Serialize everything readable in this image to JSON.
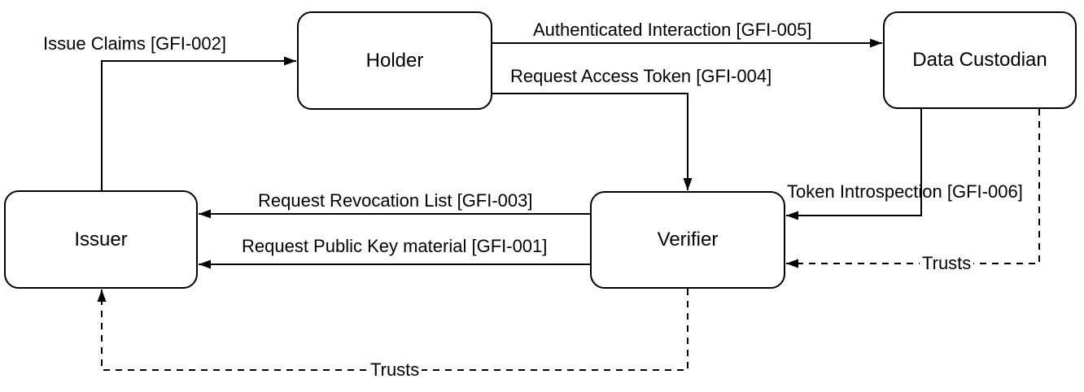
{
  "diagram": {
    "colors": {
      "background": "#ffffff",
      "line": "#000000",
      "text": "#000000"
    },
    "nodes": {
      "issuer": {
        "label": "Issuer"
      },
      "holder": {
        "label": "Holder"
      },
      "verifier": {
        "label": "Verifier"
      },
      "data_custodian": {
        "label": "Data Custodian"
      }
    },
    "edges": {
      "gfi_002": {
        "label": "Issue Claims [GFI-002]",
        "from": "Issuer",
        "to": "Holder",
        "line_style": "solid"
      },
      "gfi_005": {
        "label": "Authenticated Interaction [GFI-005]",
        "from": "Holder",
        "to": "Data Custodian",
        "line_style": "solid"
      },
      "gfi_004": {
        "label": "Request Access Token [GFI-004]",
        "from": "Holder",
        "to": "Verifier",
        "line_style": "solid"
      },
      "gfi_006": {
        "label": "Token Introspection [GFI-006]",
        "from": "Data Custodian",
        "to": "Verifier",
        "line_style": "solid"
      },
      "gfi_003": {
        "label": "Request Revocation List [GFI-003]",
        "from": "Verifier",
        "to": "Issuer",
        "line_style": "solid"
      },
      "gfi_001": {
        "label": "Request Public Key material [GFI-001]",
        "from": "Verifier",
        "to": "Issuer",
        "line_style": "solid"
      },
      "trusts_custodian_verifier": {
        "label": "Trusts",
        "from": "Data Custodian",
        "to": "Verifier",
        "line_style": "dashed"
      },
      "trusts_verifier_issuer": {
        "label": "Trusts",
        "from": "Verifier",
        "to": "Issuer",
        "line_style": "dashed"
      }
    }
  }
}
